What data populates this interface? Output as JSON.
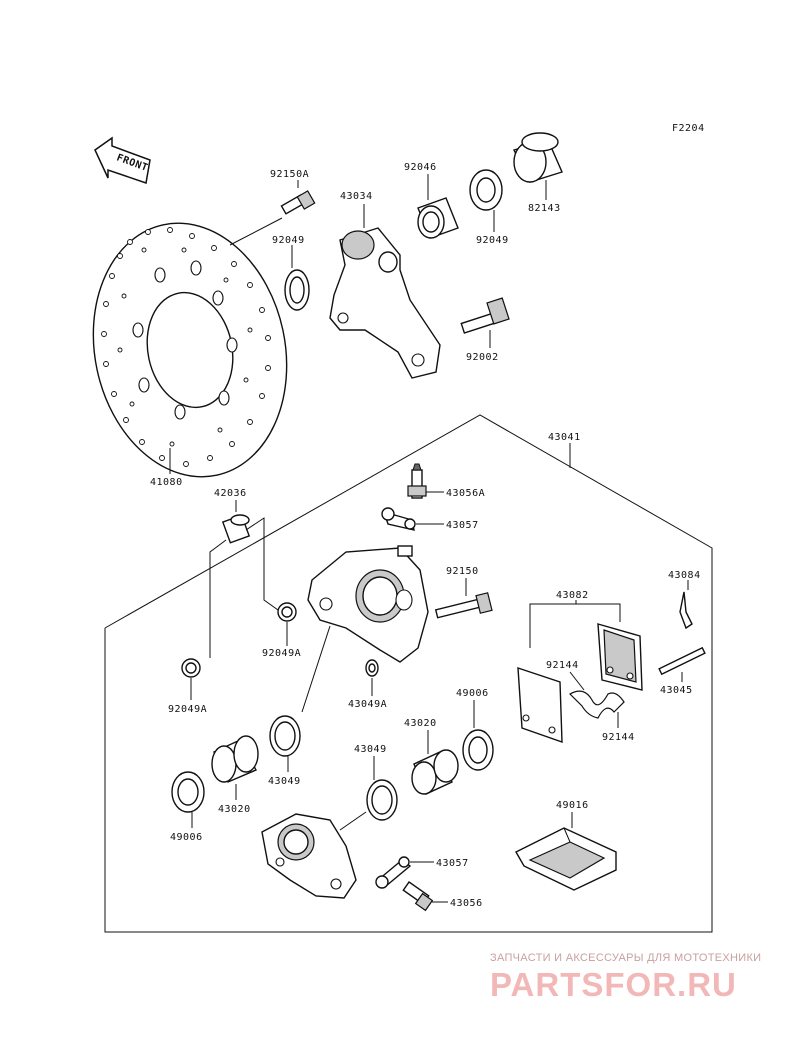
{
  "diagram_code": "F2204",
  "front_label": "FRONT",
  "parts": {
    "p92150A": "92150A",
    "p92049_top": "92049",
    "p43034": "43034",
    "p92046": "92046",
    "p92049_right": "92049",
    "p82143": "82143",
    "p92002": "92002",
    "p41080": "41080",
    "p43041": "43041",
    "p42036": "42036",
    "p43056A": "43056A",
    "p43057_top": "43057",
    "p92150": "92150",
    "p43084": "43084",
    "p43082": "43082",
    "p92049A_mid": "92049A",
    "p92049A_left": "92049A",
    "p43049A": "43049A",
    "p92144_left": "92144",
    "p92144_right": "92144",
    "p43045": "43045",
    "p49006_mid": "49006",
    "p43020_mid": "43020",
    "p43049_mid": "43049",
    "p43049_low": "43049",
    "p43020_left": "43020",
    "p49006_left": "49006",
    "p49016": "49016",
    "p43057_low": "43057",
    "p43056": "43056"
  },
  "watermark": {
    "tagline": "ЗАПЧАСТИ И АКСЕССУАРЫ ДЛЯ МОТОТЕХНИКИ",
    "logo": "PARTSFOR.RU"
  }
}
